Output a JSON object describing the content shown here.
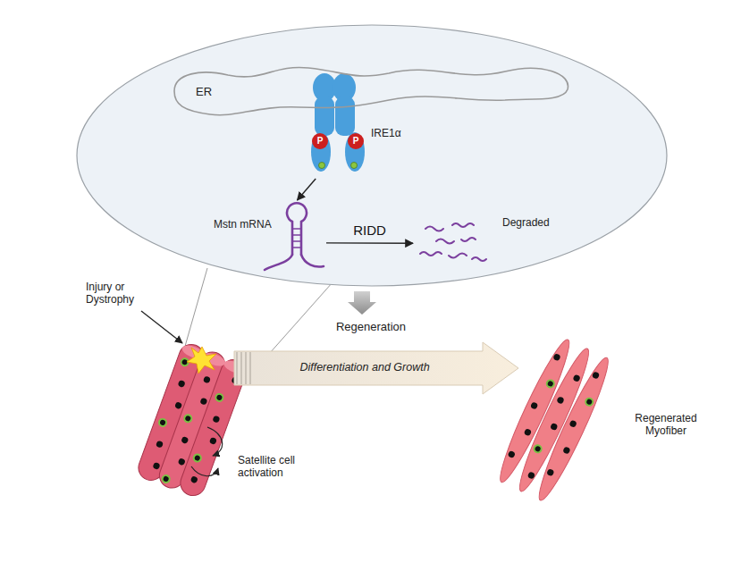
{
  "diagram": {
    "nodes": [
      {
        "text": [
          "ER"
        ]
      },
      {
        "text": [
          "IRE1α"
        ]
      },
      {
        "text": [
          "Mstn mRNA"
        ]
      },
      {
        "text": [
          "Degraded"
        ]
      },
      {
        "text": [
          "Regeneration",
          "Differentiation and Growth"
        ]
      },
      {
        "text": [
          "Regenerated Myofiber"
        ]
      }
    ],
    "edges": [
      {
        "from": 1,
        "to": 2,
        "arrow": "to"
      },
      {
        "from": 2,
        "to": 3,
        "label": "RIDD",
        "arrow": "to"
      }
    ],
    "labels": [
      "P",
      "P",
      "Injury or Dystrophy",
      "Satellite cell activation"
    ]
  }
}
